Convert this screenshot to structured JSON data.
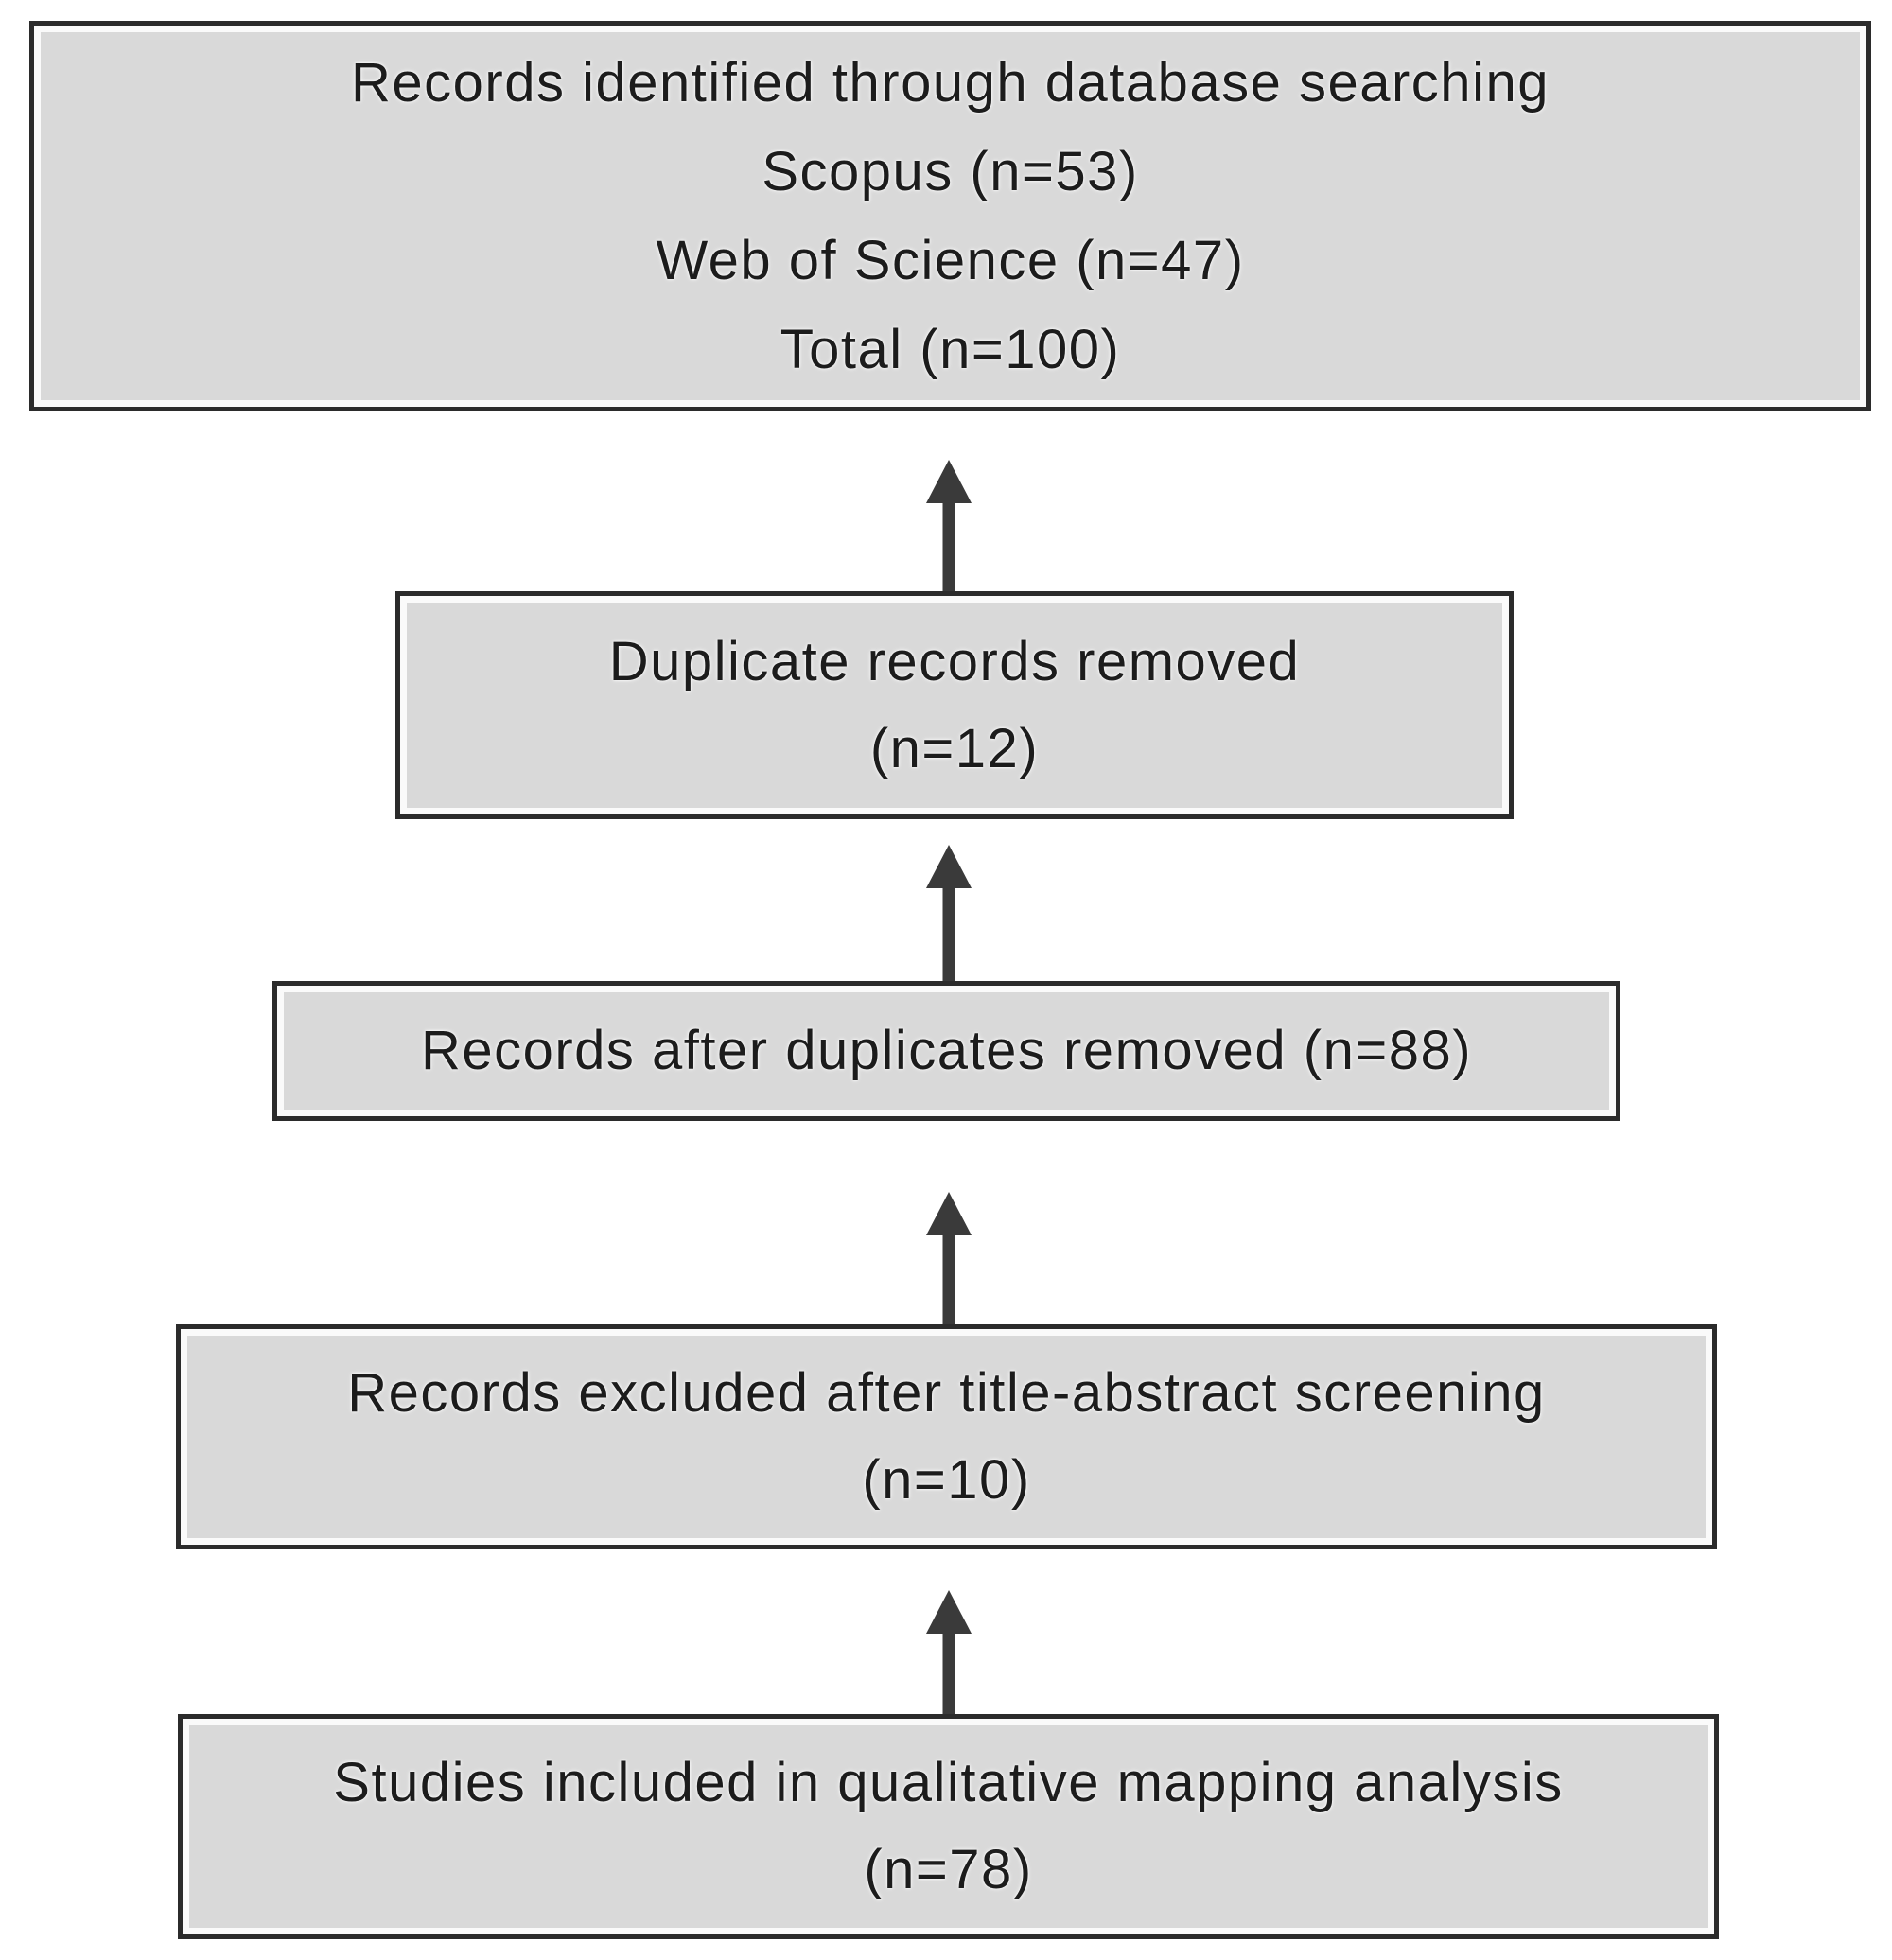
{
  "figure": {
    "background": "#ffffff",
    "box_fill": "#d9d9d9",
    "box_border_color": "#2b2b2b",
    "text_color": "#1c1c1c",
    "arrow_color": "#3a3a3a",
    "arrow_direction": "up"
  },
  "boxes": [
    {
      "name": "records-identified",
      "lines": [
        "Records identified through database searching",
        "Scopus (n=53)",
        "Web of Science (n=47)",
        "Total (n=100)"
      ]
    },
    {
      "name": "duplicate-records-removed",
      "lines": [
        "Duplicate records removed",
        "(n=12)"
      ]
    },
    {
      "name": "records-after-duplicates-removed",
      "lines": [
        "Records after duplicates removed (n=88)"
      ]
    },
    {
      "name": "records-excluded-title-abstract",
      "lines": [
        "Records excluded after title-abstract screening",
        "(n=10)"
      ]
    },
    {
      "name": "studies-included-qualitative-mapping",
      "lines": [
        "Studies included in qualitative mapping analysis",
        "(n=78)"
      ]
    }
  ]
}
